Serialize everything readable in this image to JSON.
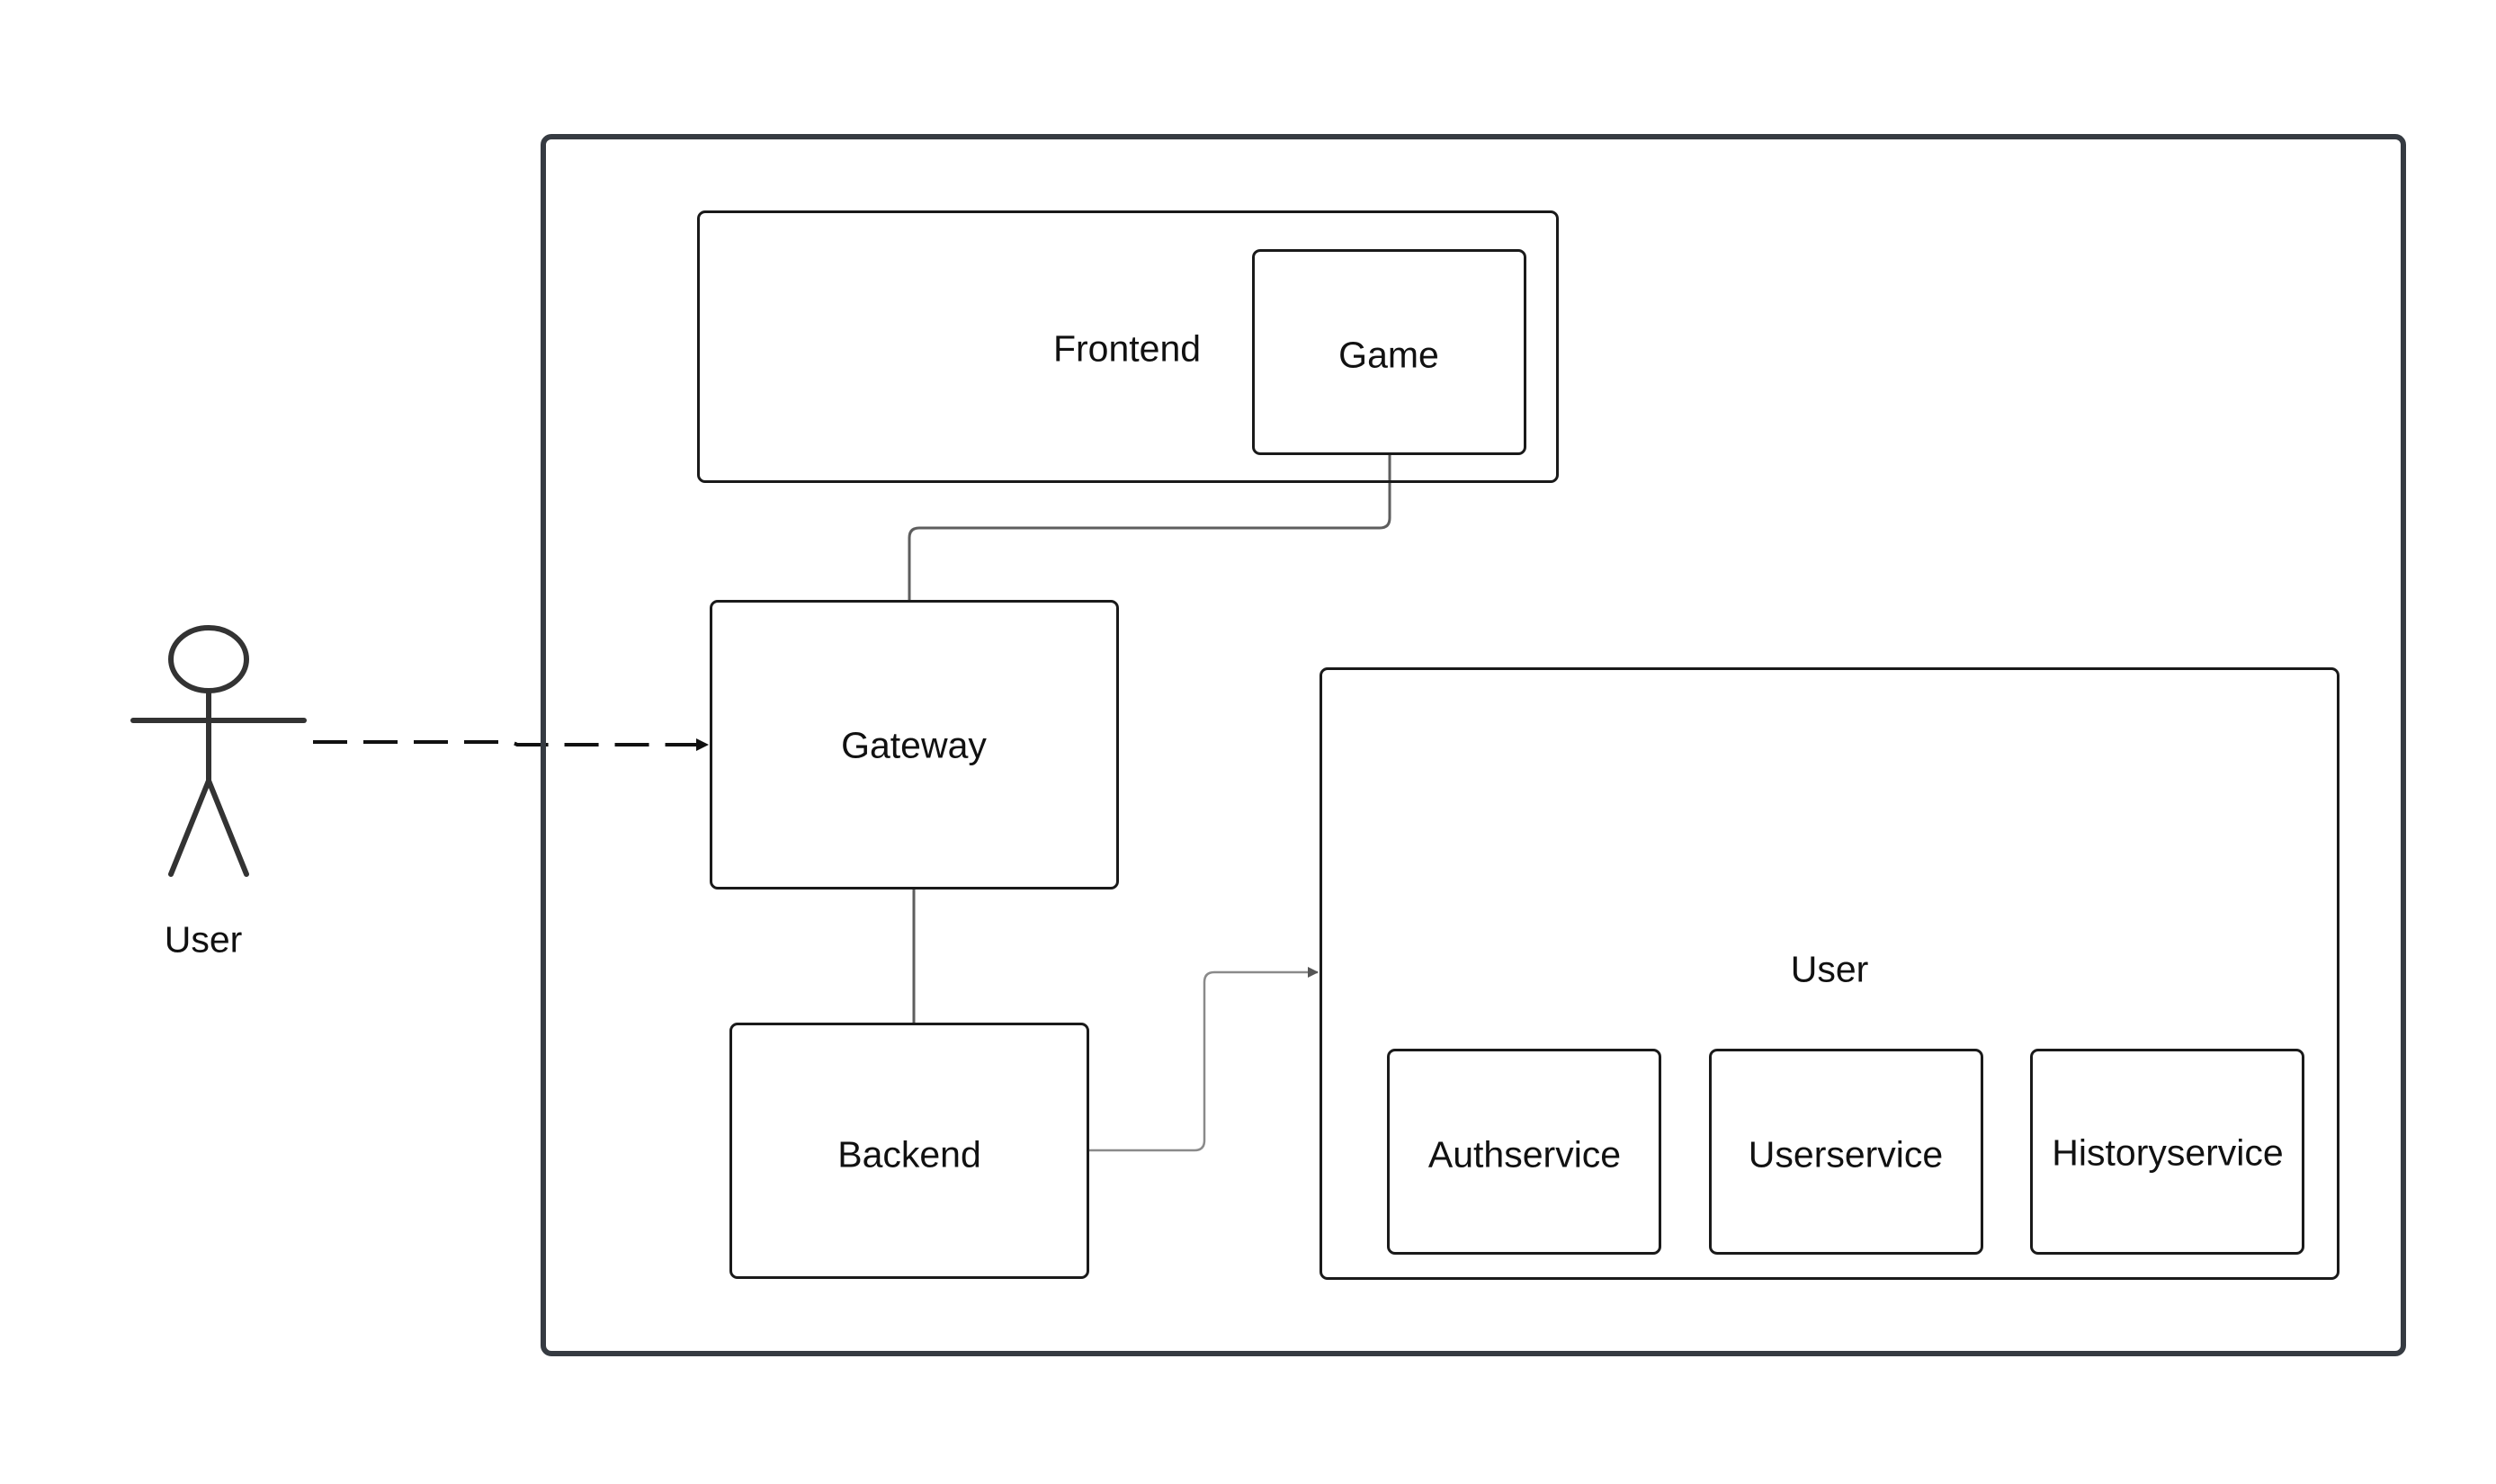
{
  "actor": {
    "label": "User"
  },
  "nodes": {
    "frontend": "Frontend",
    "game": "Game",
    "gateway": "Gateway",
    "backend": "Backend",
    "user_group": "User",
    "authservice": "Authservice",
    "userservice": "Userservice",
    "historyservice": "Historyservice"
  },
  "colors": {
    "outer_border": "#363b42",
    "box_border": "#1a1a1a",
    "connector": "#666666",
    "actor": "#333333"
  }
}
